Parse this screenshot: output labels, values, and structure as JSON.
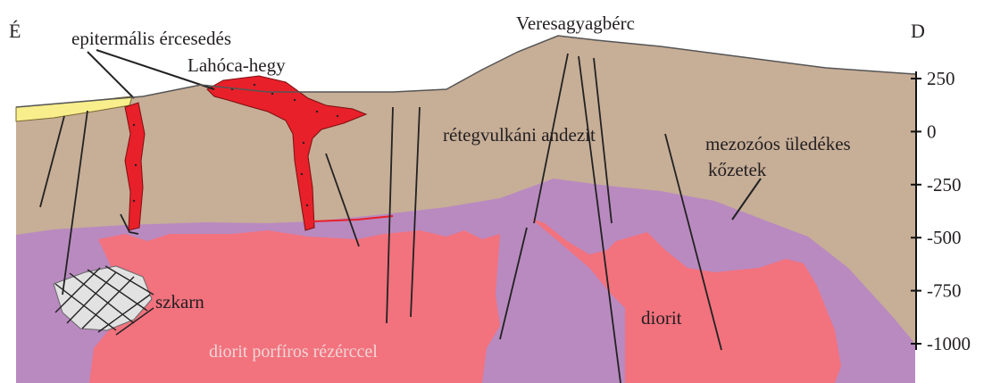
{
  "labels": {
    "north": "É",
    "south": "D",
    "epithermal": "epitermális ércesedés",
    "lahoca": "Lahóca-hegy",
    "veresagyagberc": "Veresagyagbérc",
    "andesite": "rétegvulkáni andezit",
    "mesozoic_line1": "mezozóos üledékes",
    "mesozoic_line2": "kőzetek",
    "skarn": "szkarn",
    "diorite": "diorit",
    "porphyry": "diorit porfíros rézérccel"
  },
  "depth_axis": {
    "ticks": [
      {
        "value": 250,
        "label": "250"
      },
      {
        "value": 0,
        "label": "0"
      },
      {
        "value": -250,
        "label": "-250"
      },
      {
        "value": -500,
        "label": "-500"
      },
      {
        "value": -750,
        "label": "-750"
      },
      {
        "value": -1000,
        "label": "-1000"
      }
    ],
    "min": -1000,
    "max": 250
  },
  "colors": {
    "andesite": "#c7ae97",
    "purple": "#b98ac0",
    "pink": "#f2727e",
    "ore": "#e8202a",
    "yellow": "#f8ee8c",
    "skarn": "#e2e2e2"
  }
}
